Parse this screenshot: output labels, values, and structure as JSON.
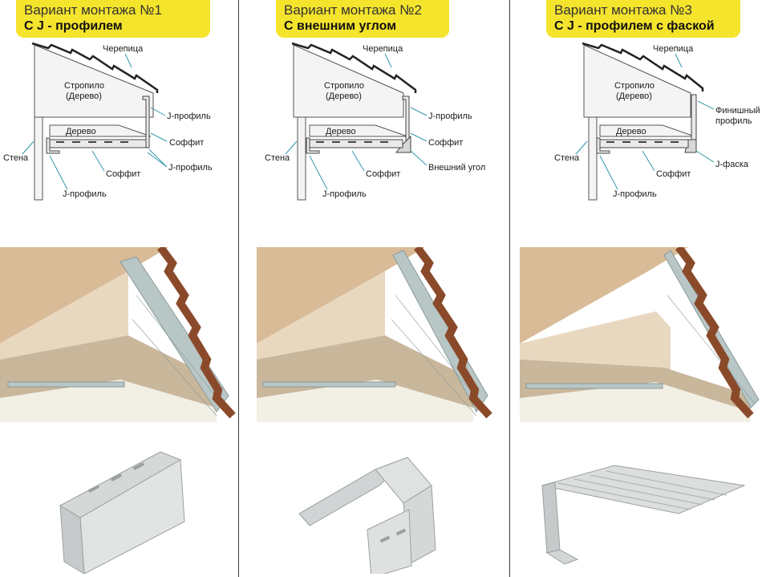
{
  "variants": [
    {
      "title_line1": "Вариант монтажа №1",
      "title_line2": "С J - профилем",
      "labels": {
        "roof": "Черепица",
        "rafter": "Стропило",
        "rafter_sub": "(Дерево)",
        "wood": "Дерево",
        "wall": "Стена",
        "right1": "J-профиль",
        "right2": "Соффит",
        "right3": "J-профиль",
        "right3b": "",
        "soffit": "Соффит",
        "bottom_profile": "J-профиль"
      },
      "part_icon": "j-profile-part"
    },
    {
      "title_line1": "Вариант монтажа №2",
      "title_line2": "С внешним углом",
      "labels": {
        "roof": "Черепица",
        "rafter": "Стропило",
        "rafter_sub": "(Дерево)",
        "wood": "Дерево",
        "wall": "Стена",
        "right1": "J-профиль",
        "right2": "Соффит",
        "right3": "Внешний угол",
        "right3b": "",
        "soffit": "Соффит",
        "bottom_profile": "J-профиль"
      },
      "part_icon": "outside-corner-part"
    },
    {
      "title_line1": "Вариант монтажа №3",
      "title_line2": "С J - профилем с фаской",
      "labels": {
        "roof": "Черепица",
        "rafter": "Стропило",
        "rafter_sub": "(Дерево)",
        "wood": "Дерево",
        "wall": "Стена",
        "right1": "Финишный",
        "right1b": "профиль",
        "right2": "",
        "right3": "J-фаска",
        "right3b": "",
        "soffit": "Соффит",
        "bottom_profile": "J-профиль"
      },
      "part_icon": "j-chamfer-part"
    }
  ],
  "colors": {
    "title_bg": "#f5e42c",
    "wood": "#dcc6a8",
    "vinyl": "#b8c6c6",
    "roof_tile": "#8a4a2a"
  }
}
